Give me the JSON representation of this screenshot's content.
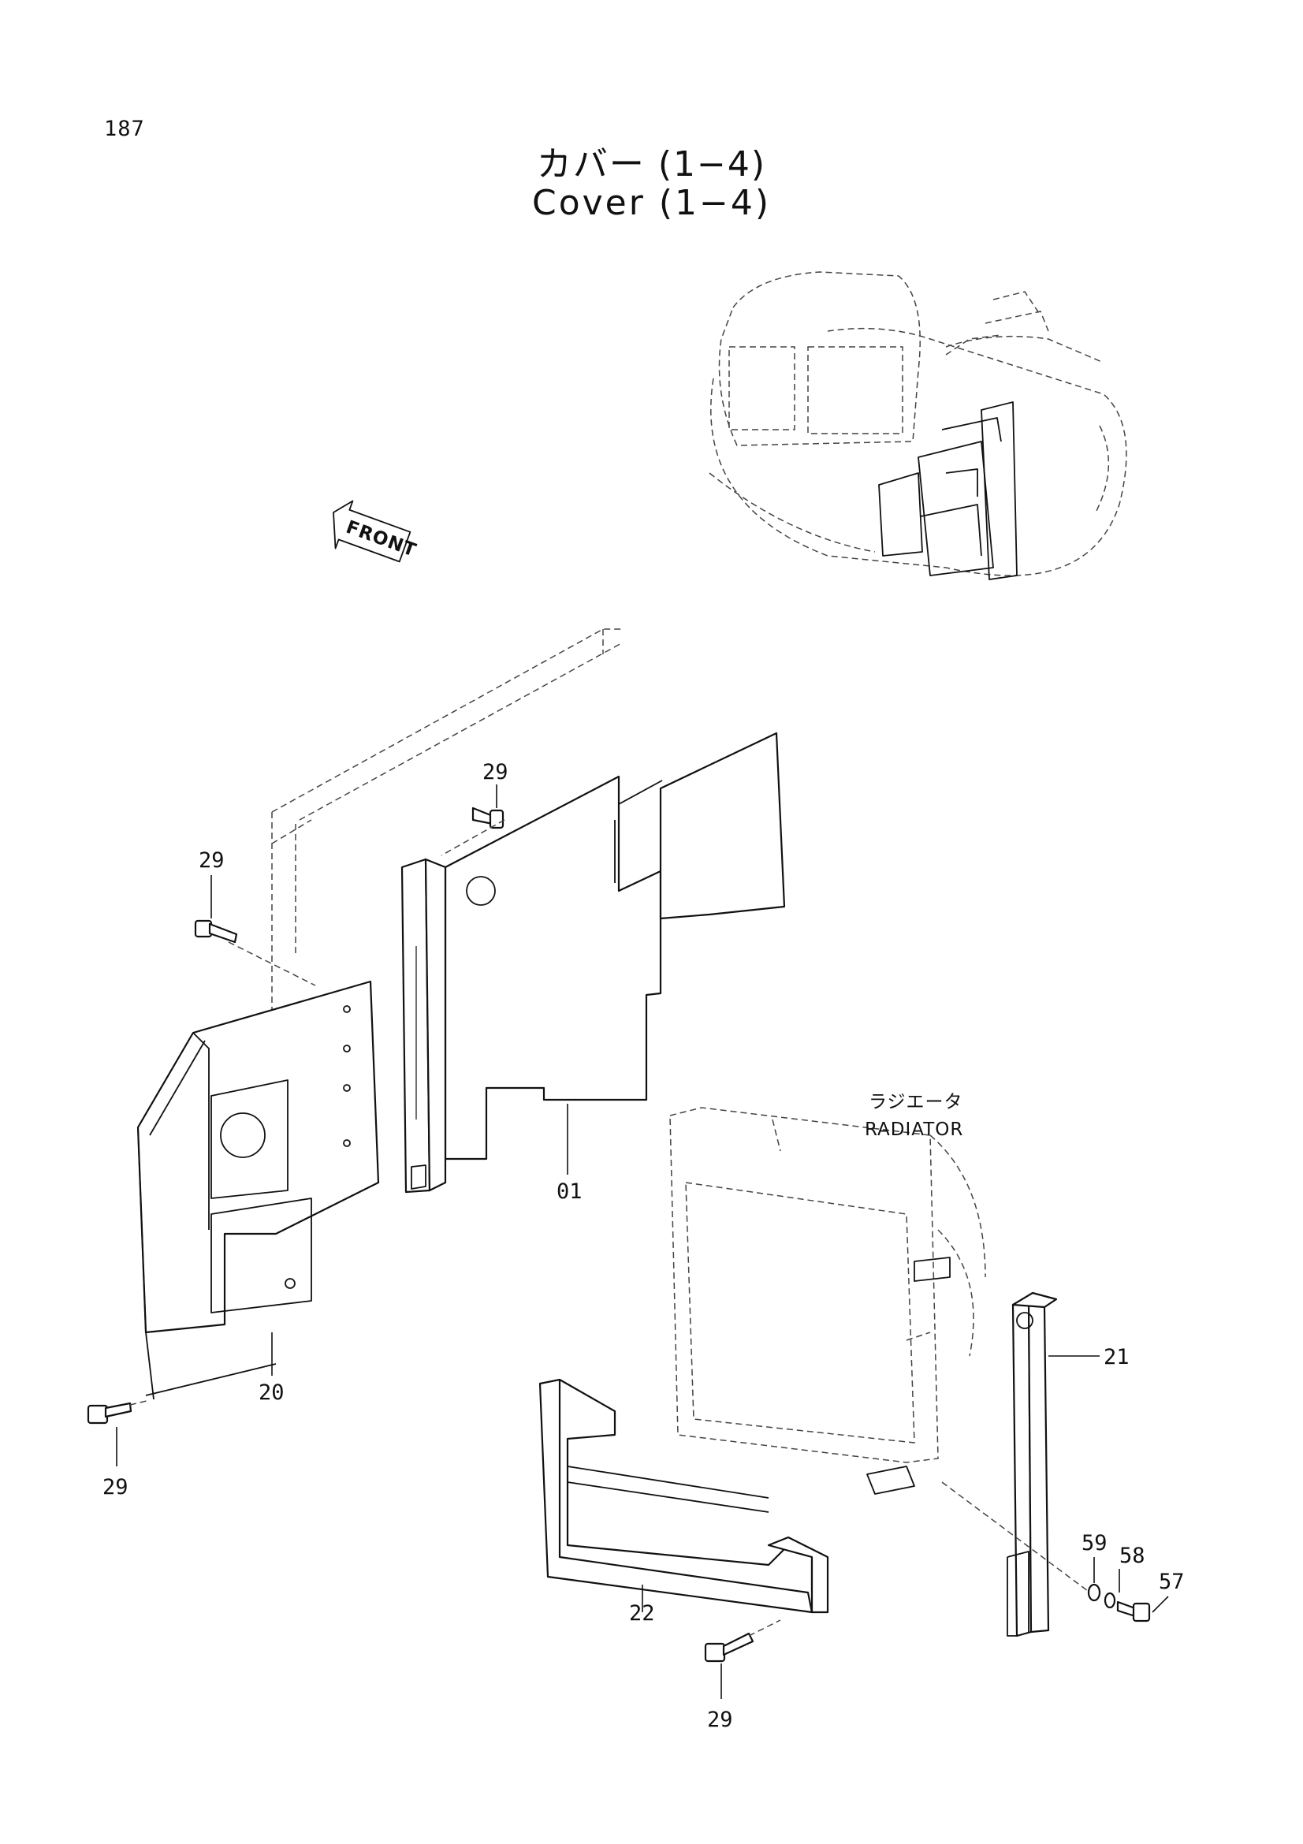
{
  "page": {
    "number": "187"
  },
  "title": {
    "japanese": "カバー (1−4)",
    "english": "Cover (1−4)"
  },
  "front_marker": "FRONT",
  "radiator": {
    "japanese": "ラジエータ",
    "english": "RADIATOR"
  },
  "callouts": {
    "c01": "01",
    "c20": "20",
    "c21": "21",
    "c22": "22",
    "c29_top": "29",
    "c29_left": "29",
    "c29_bottom_left": "29",
    "c29_bottom": "29",
    "c57": "57",
    "c58": "58",
    "c59": "59"
  }
}
